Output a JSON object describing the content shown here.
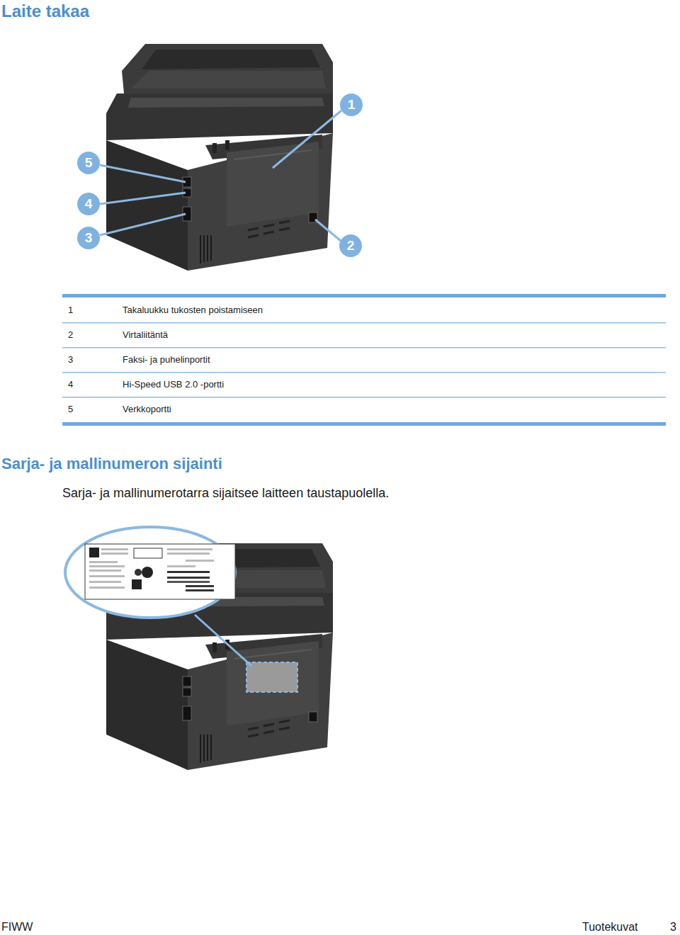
{
  "diagram": {
    "title": "Laite takaa",
    "nodes": [
      {
        "text": [
          "1"
        ]
      },
      {
        "text": [
          "5"
        ]
      },
      {
        "text": [
          "4"
        ]
      },
      {
        "text": [
          "3"
        ]
      },
      {
        "text": [
          "2"
        ]
      }
    ],
    "labels": [
      "1",
      "Takaluukku tukosten poistamiseen",
      "2",
      "Virtaliitäntä",
      "3",
      "Faksi- ja puhelinportit",
      "4",
      "Hi-Speed USB 2.0 -portti",
      "5",
      "Verkkoportti",
      "Sarja- ja mallinumeron sijainti",
      "Sarja- ja mallinumerotarra sijaitsee laitteen taustapuolella.",
      "FIWW",
      "Tuotekuvat",
      "3"
    ]
  }
}
